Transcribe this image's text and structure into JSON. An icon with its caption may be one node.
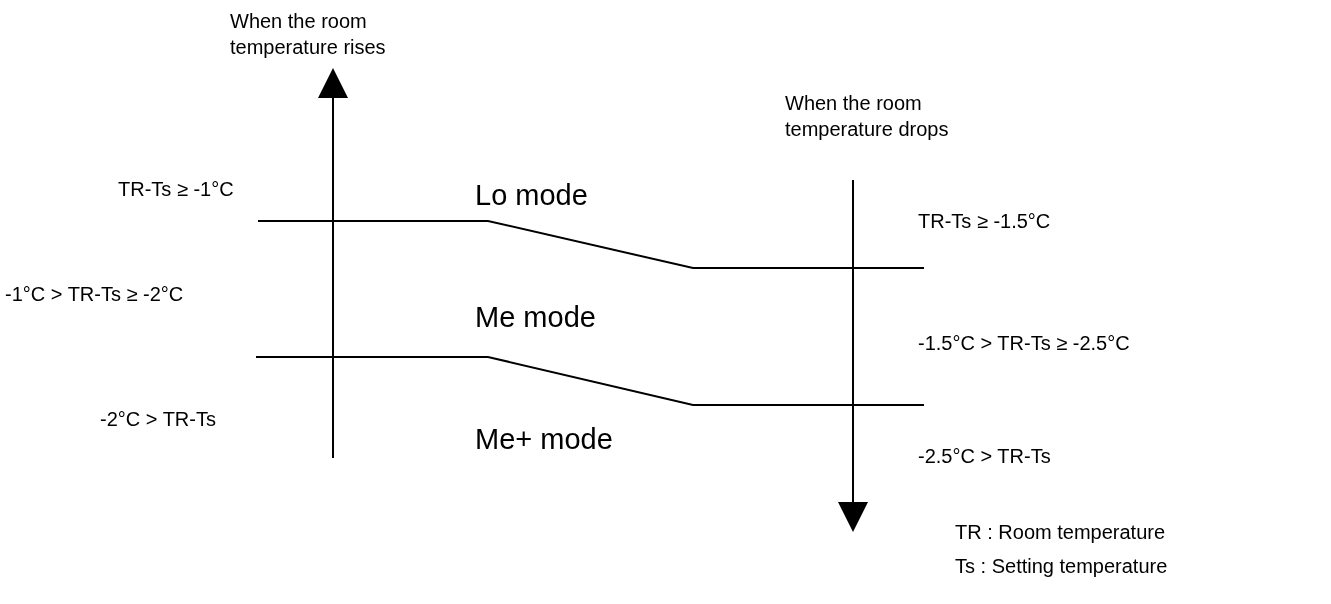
{
  "diagram": {
    "labels": [
      "When the room temperature rises",
      "When the room temperature drops",
      "TR-Ts ≥ -1°C",
      "Lo mode",
      "TR-Ts ≥ -1.5°C",
      "-1°C > TR-Ts ≥ -2°C",
      "Me mode",
      "-1.5°C > TR-Ts ≥ -2.5°C",
      "-2°C > TR-Ts",
      "Me+ mode",
      "-2.5°C > TR-Ts",
      "TR : Room temperature",
      "Ts : Setting temperature"
    ]
  }
}
